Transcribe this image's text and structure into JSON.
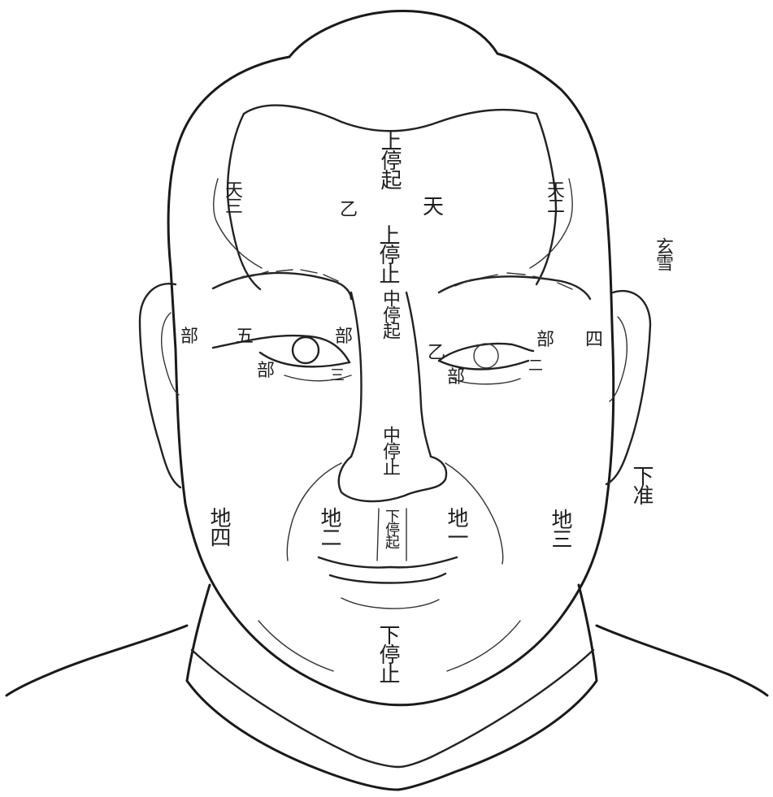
{
  "labels": {
    "upper_stop_start": "上停起",
    "yi_forehead": "乙",
    "tian": "天",
    "upper_stop_end": "上停止",
    "tian_three": "天三",
    "tian_two": "天二",
    "ear_mark": "玄雪",
    "middle_stop_start": "中停起",
    "bu_left_outer": "部",
    "wu": "五",
    "bu_left_inner": "部",
    "bu_left_lower": "部",
    "san": "三",
    "yi_eye": "乙",
    "bu_right_lower": "部",
    "bu_right": "部",
    "er": "二",
    "si": "四",
    "middle_stop_end": "中停止",
    "lower_stop_start": "下停起",
    "di_four": "地四",
    "di_two": "地二",
    "di_one": "地一",
    "di_three": "地三",
    "lower_mark": "下准",
    "lower_stop_end": "下停止"
  }
}
